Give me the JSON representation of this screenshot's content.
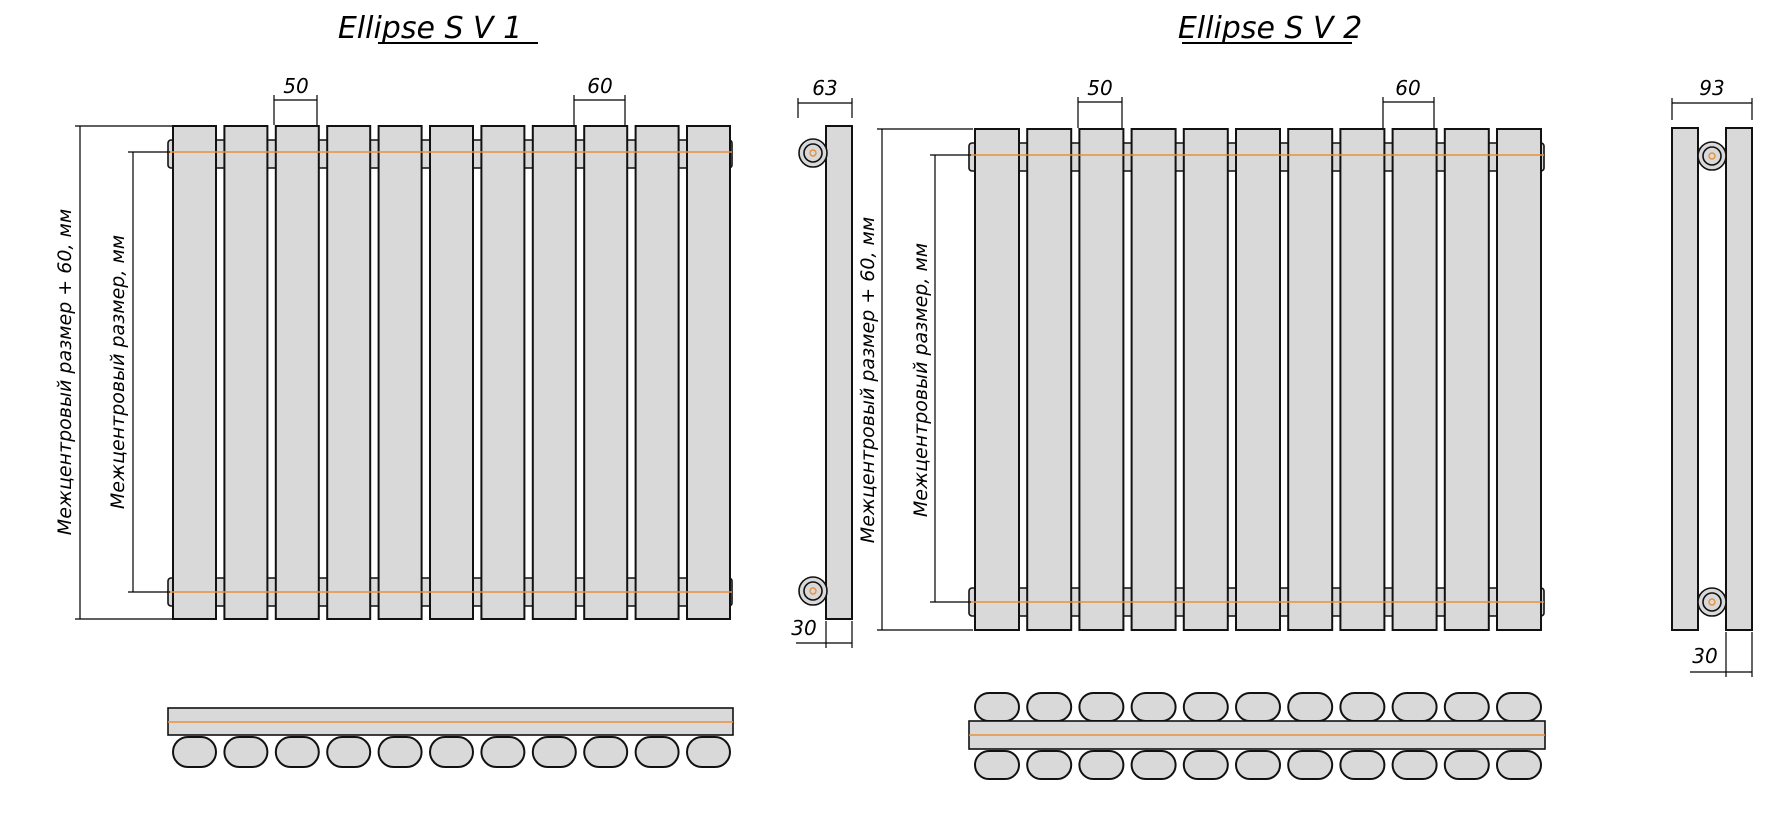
{
  "models": [
    {
      "title": "Ellipse S V 1",
      "section_count": 11,
      "rows": 1,
      "dims": {
        "section_width": "50",
        "section_pitch": "60",
        "side_depth": "63",
        "side_bottom": "30"
      },
      "labels": {
        "overall_height": "Межцентровый размер + 60, мм",
        "center_height": "Межцентровый размер, мм"
      }
    },
    {
      "title": "Ellipse S V 2",
      "section_count": 11,
      "rows": 2,
      "dims": {
        "section_width": "50",
        "section_pitch": "60",
        "side_depth": "93",
        "side_bottom": "30"
      },
      "labels": {
        "overall_height": "Межцентровый размер + 60, мм",
        "center_height": "Межцентровый размер, мм"
      }
    }
  ],
  "colors": {
    "section_fill": "#d9d9d9",
    "outline": "#111111",
    "axis_line": "#e8913a"
  }
}
